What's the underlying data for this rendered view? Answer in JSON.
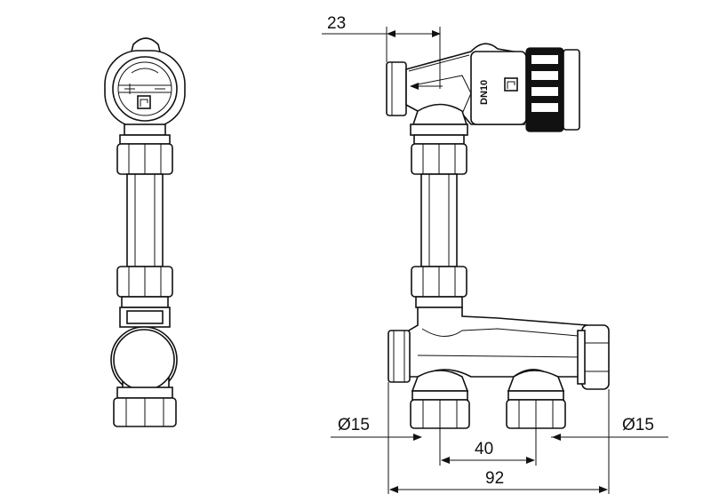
{
  "dimensions": {
    "top_offset": "23",
    "left_diameter": "Ø15",
    "right_diameter": "Ø15",
    "center_distance": "40",
    "overall_width": "92"
  },
  "labels": {
    "valve_marking": "DN10"
  },
  "colors": {
    "line": "#111111",
    "fill": "#ffffff",
    "cap": "#111111"
  }
}
